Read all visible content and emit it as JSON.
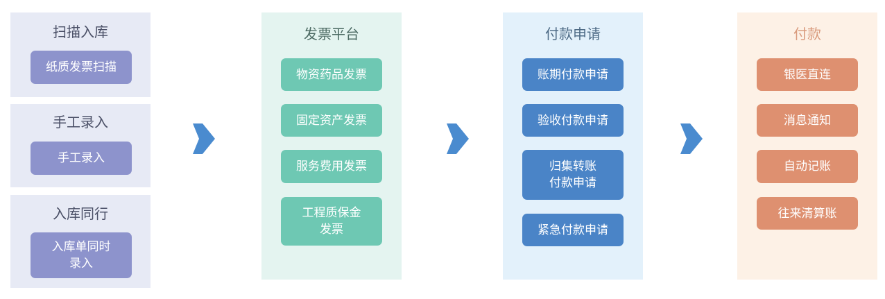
{
  "colors": {
    "col1_panel": "#e7eaf5",
    "col1_button": "#8d93cc",
    "col2_panel": "#e4f4f0",
    "col2_button": "#6ec8b3",
    "col3_panel": "#e3f1fb",
    "col3_button": "#4a84c7",
    "col4_panel": "#fdf1e6",
    "col4_button": "#de9070",
    "arrow": "#4a8bcf"
  },
  "column1": {
    "groups": [
      {
        "title": "扫描入库",
        "items": [
          "纸质发票扫描"
        ]
      },
      {
        "title": "手工录入",
        "items": [
          "手工录入"
        ]
      },
      {
        "title": "入库同行",
        "items": [
          "入库单同时\n录入"
        ]
      }
    ]
  },
  "column2": {
    "title": "发票平台",
    "items": [
      "物资药品发票",
      "固定资产发票",
      "服务费用发票",
      "工程质保金\n发票"
    ]
  },
  "column3": {
    "title": "付款申请",
    "items": [
      "账期付款申请",
      "验收付款申请",
      "归集转账\n付款申请",
      "紧急付款申请"
    ]
  },
  "column4": {
    "title": "付款",
    "items": [
      "银医直连",
      "消息通知",
      "自动记账",
      "往来清算账"
    ]
  }
}
